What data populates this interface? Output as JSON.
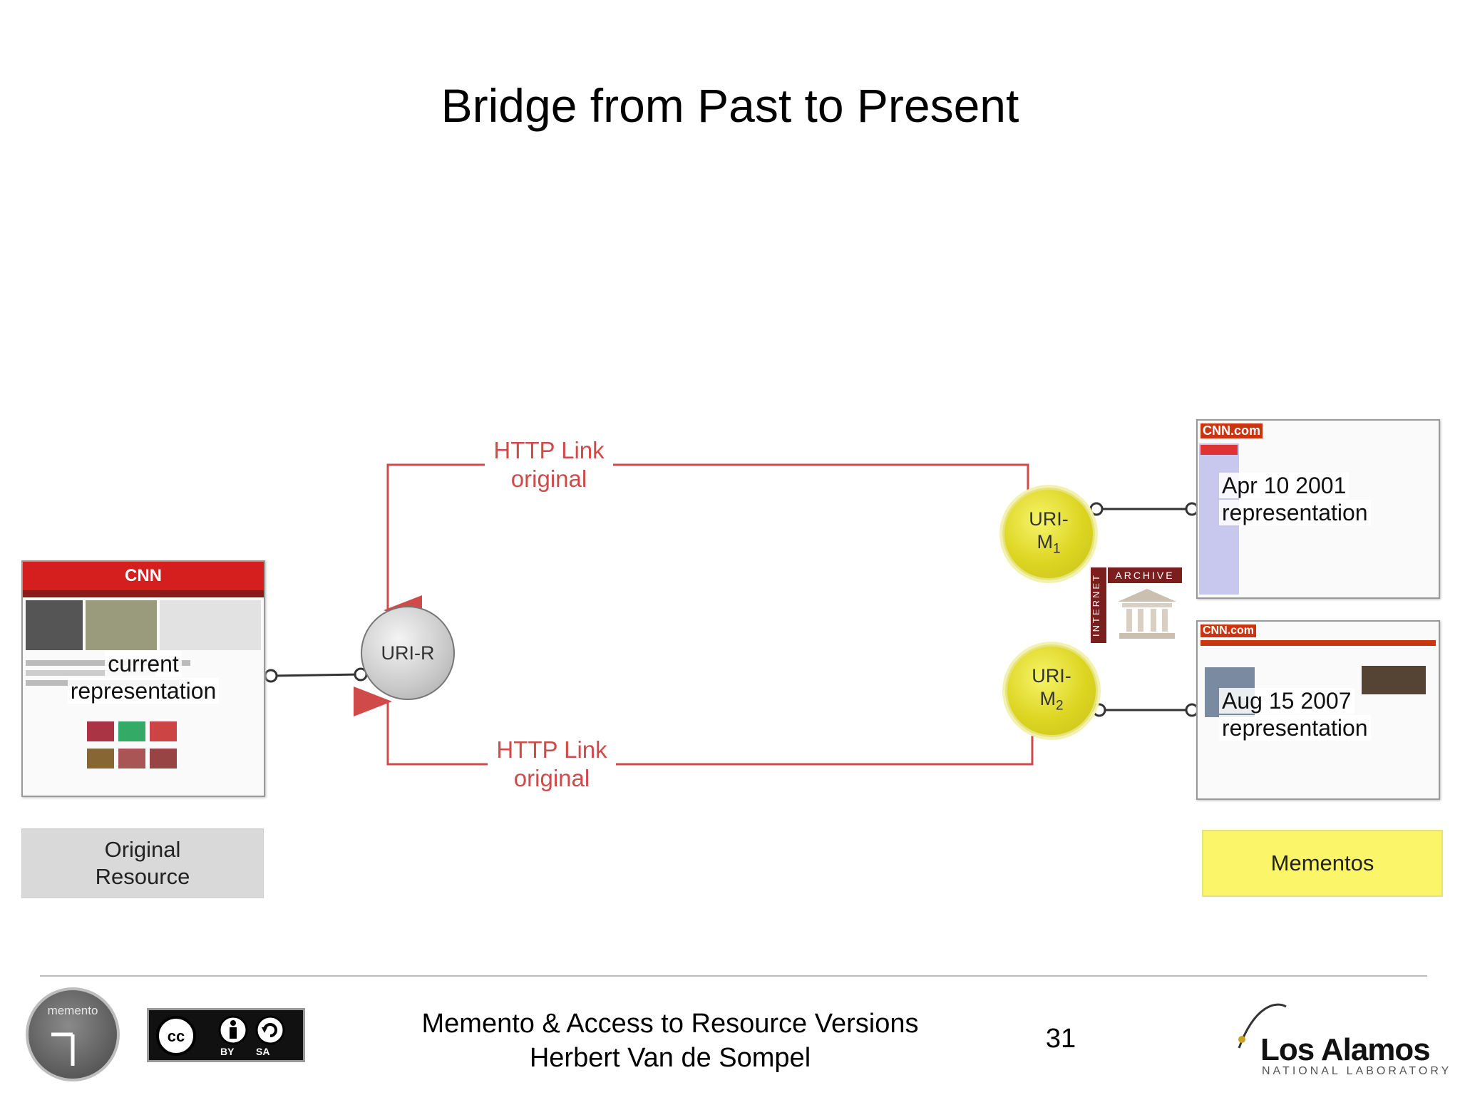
{
  "slide": {
    "title": "Bridge from Past to Present",
    "page_number": "31"
  },
  "diagram": {
    "uri_r": "URI-R",
    "uri_m1": {
      "prefix": "URI-",
      "letter": "M",
      "sub": "1"
    },
    "uri_m2": {
      "prefix": "URI-",
      "letter": "M",
      "sub": "2"
    },
    "link_top": {
      "line1": "HTTP Link",
      "line2": "original"
    },
    "link_bottom": {
      "line1": "HTTP Link",
      "line2": "original"
    },
    "link_color": "#d04a4a"
  },
  "original": {
    "screenshot_brand": "CNN",
    "caption_line1": "current",
    "caption_line2": "representation",
    "box_label": "Original\nResource",
    "box_color": "#d9d9d9"
  },
  "mementos": {
    "m1": {
      "brand": "CNN.com",
      "date": "Apr 10 2001",
      "caption": "representation"
    },
    "m2": {
      "brand": "CNN.com",
      "date": "Aug 15 2007",
      "caption": "representation"
    },
    "box_label": "Mementos",
    "box_color": "#fbf56a"
  },
  "internet_archive": {
    "word1": "INTERNET",
    "word2": "ARCHIVE"
  },
  "footer": {
    "line1": "Memento & Access to Resource Versions",
    "line2": "Herbert Van de Sompel",
    "memento_logo_text": "memento",
    "cc_by": "BY",
    "cc_sa": "SA",
    "lanl_name": "Los Alamos",
    "lanl_sub": "NATIONAL LABORATORY"
  }
}
